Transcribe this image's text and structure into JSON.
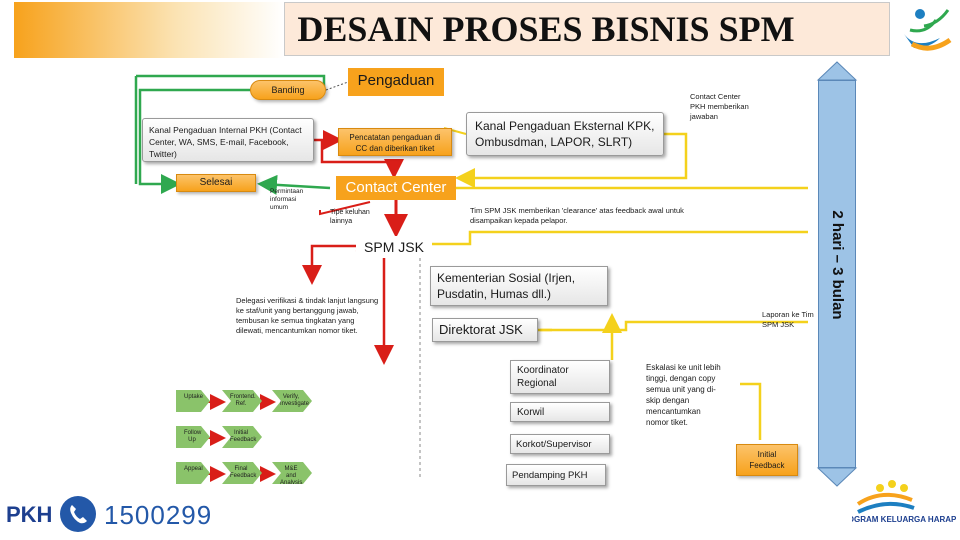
{
  "header": {
    "title": "DESAIN PROSES BISNIS SPM"
  },
  "nodes": {
    "banding": "Banding",
    "pengaduan": "Pengaduan",
    "kanal_internal": "Kanal Pengaduan Internal PKH (Contact Center, WA, SMS, E-mail, Facebook, Twitter)",
    "pencatatan": "Pencatatan pengaduan di CC dan diberikan tiket",
    "kanal_eksternal": "Kanal Pengaduan Eksternal KPK, Ombusdman, LAPOR, SLRT)",
    "contact_center_pkh": "Contact Center PKH memberikan jawaban",
    "selesai": "Selesai",
    "contact_center": "Contact Center",
    "permintaan_informasi": "Permintaan informasi umum",
    "tipe_lainnya": "Tipe keluhan lainnya",
    "tim_spm_clearance": "Tim SPM JSK memberikan 'clearance' atas feedback awal untuk disampaikan kepada pelapor.",
    "spm_jsk": "SPM JSK",
    "kemensos": "Kementerian Sosial (Irjen, Pusdatin, Humas dll.)",
    "delegasi": "Delegasi verifikasi & tindak lanjut langsung ke staf/unit yang bertanggung jawab, tembusan ke semua tingkatan yang dilewati, mencantumkan nomor tiket.",
    "direktorat": "Direktorat JSK",
    "laporan": "Laporan ke Tim SPM JSK",
    "koordinator": "Koordinator Regional",
    "korwil": "Korwil",
    "korkot": "Korkot/Supervisor",
    "pendamping": "Pendamping PKH",
    "eskalasi": "Eskalasi ke unit lebih tinggi, dengan copy semua unit yang di-skip dengan mencantumkan nomor tiket.",
    "initial_feedback": "Initial Feedback"
  },
  "timeline": {
    "label": "2 hari – 3 bulan"
  },
  "process_steps": [
    {
      "label": "Uptake"
    },
    {
      "label": "Frontend. Ref."
    },
    {
      "label": "Verify, Investigate"
    },
    {
      "label": "Follow Up"
    },
    {
      "label": "Initial Feedback"
    },
    {
      "label": "Appeal"
    },
    {
      "label": "Final Feedback"
    },
    {
      "label": "M&E and Analysis"
    }
  ],
  "footer": {
    "brand": "PKH",
    "hotline": "1500299",
    "program_logo": "PROGRAM KELUARGA HARAPAN"
  },
  "colors": {
    "accent_orange": "#f7a21c",
    "flow_yellow": "#f4d11c",
    "flow_green": "#2fa84f",
    "flow_red": "#d91e18",
    "timeline_blue": "#9dc3e6"
  },
  "icons": [
    "phone-icon",
    "ministry-logo-icon",
    "pkh-program-logo-icon"
  ]
}
